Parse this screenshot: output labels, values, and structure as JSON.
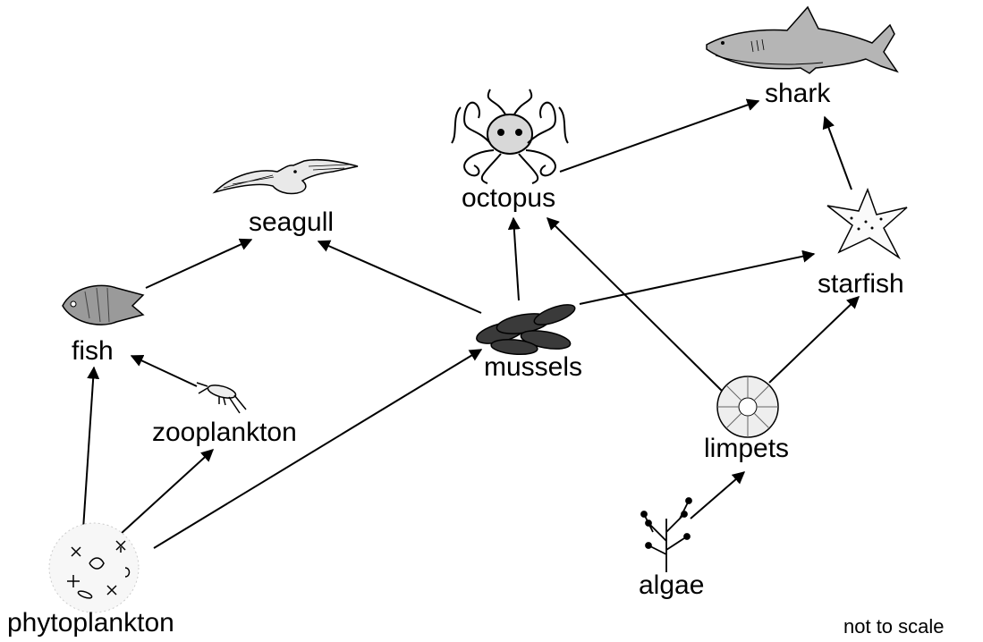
{
  "organisms": [
    {
      "id": "shark",
      "label": "shark",
      "icon": "shark-icon"
    },
    {
      "id": "octopus",
      "label": "octopus",
      "icon": "octopus-icon"
    },
    {
      "id": "seagull",
      "label": "seagull",
      "icon": "seagull-icon"
    },
    {
      "id": "starfish",
      "label": "starfish",
      "icon": "starfish-icon"
    },
    {
      "id": "fish",
      "label": "fish",
      "icon": "fish-icon"
    },
    {
      "id": "mussels",
      "label": "mussels",
      "icon": "mussels-icon"
    },
    {
      "id": "zooplankton",
      "label": "zooplankton",
      "icon": "zooplankton-icon"
    },
    {
      "id": "limpets",
      "label": "limpets",
      "icon": "limpet-icon"
    },
    {
      "id": "algae",
      "label": "algae",
      "icon": "algae-icon"
    },
    {
      "id": "phytoplankton",
      "label": "phytoplankton",
      "icon": "phytoplankton-icon"
    }
  ],
  "arrows": [
    {
      "from": "phytoplankton",
      "to": "fish"
    },
    {
      "from": "phytoplankton",
      "to": "zooplankton"
    },
    {
      "from": "phytoplankton",
      "to": "mussels"
    },
    {
      "from": "zooplankton",
      "to": "fish"
    },
    {
      "from": "fish",
      "to": "seagull"
    },
    {
      "from": "mussels",
      "to": "seagull"
    },
    {
      "from": "mussels",
      "to": "octopus"
    },
    {
      "from": "mussels",
      "to": "starfish"
    },
    {
      "from": "octopus",
      "to": "shark"
    },
    {
      "from": "starfish",
      "to": "shark"
    },
    {
      "from": "limpets",
      "to": "octopus"
    },
    {
      "from": "limpets",
      "to": "starfish"
    },
    {
      "from": "algae",
      "to": "limpets"
    }
  ],
  "note": "not to scale"
}
